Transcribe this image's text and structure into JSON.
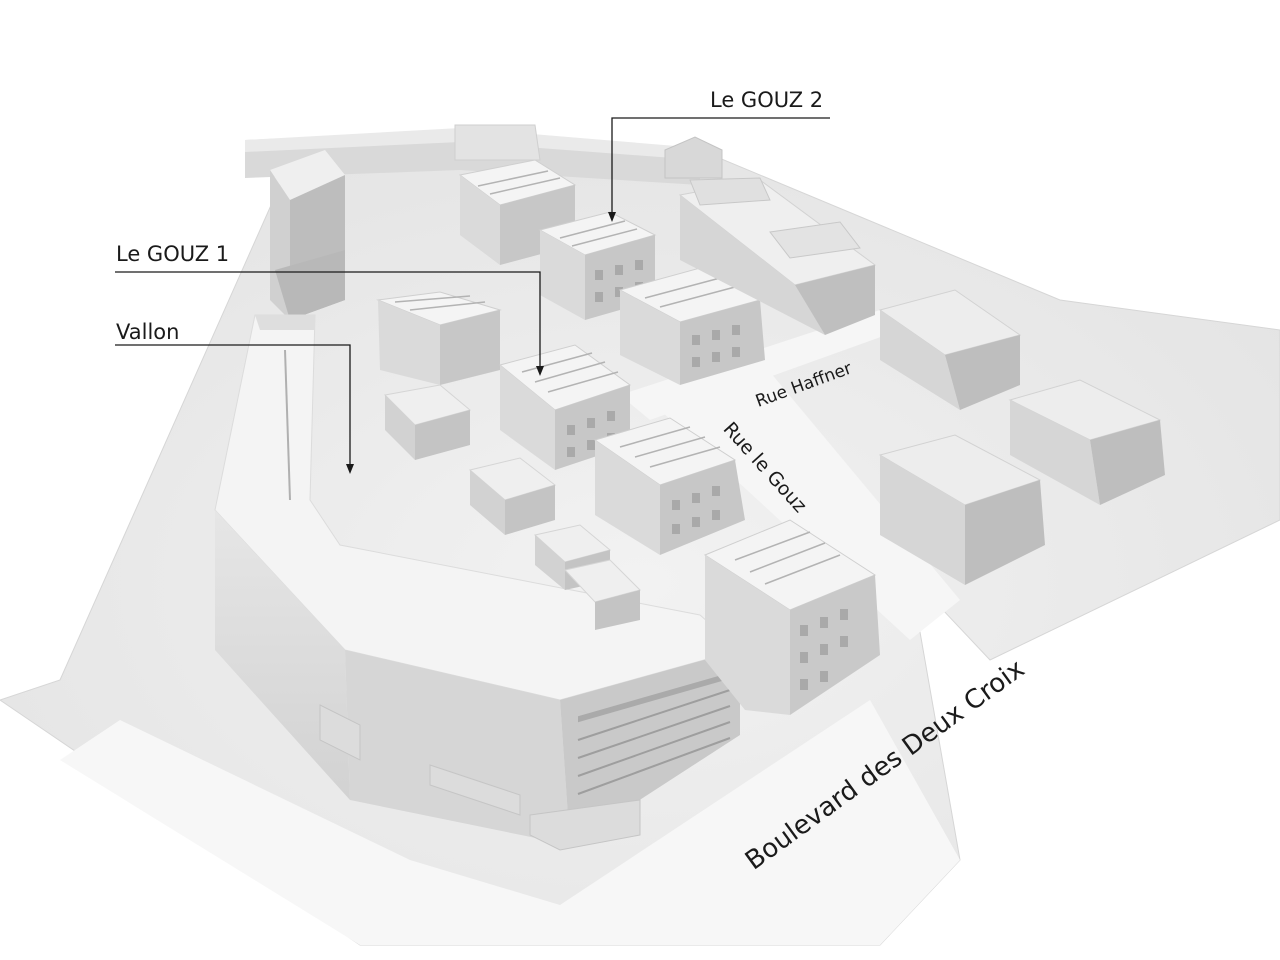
{
  "labels": {
    "gouz2": "Le GOUZ 2",
    "gouz1": "Le GOUZ 1",
    "vallon": "Vallon"
  },
  "streets": {
    "haffner": "Rue Haffner",
    "le_gouz": "Rue le Gouz",
    "deux_croix": "Boulevard des Deux Croix"
  },
  "colors": {
    "ground": "#f3f3f3",
    "roof": "#f1f1f1",
    "wall_light": "#e0e0e0",
    "wall_dark": "#c8c8c8",
    "line": "#1a1a1a"
  }
}
